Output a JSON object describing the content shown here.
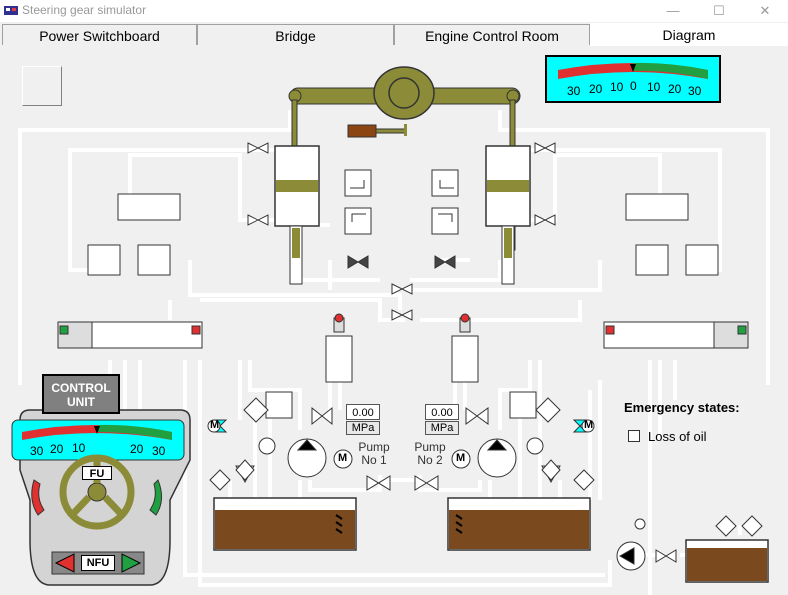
{
  "window": {
    "title": "Steering gear simulator",
    "minimize": "—",
    "maximize": "☐",
    "close": "✕"
  },
  "tabs": [
    {
      "label": "Power Switchboard"
    },
    {
      "label": "Bridge"
    },
    {
      "label": "Engine Control Room"
    },
    {
      "label": "Diagram"
    }
  ],
  "rudder_gauge": {
    "ticks": [
      "30",
      "20",
      "10",
      "0",
      "10",
      "20",
      "30"
    ]
  },
  "bridge_gauge": {
    "ticks": [
      "30",
      "20",
      "10",
      "20",
      "30"
    ]
  },
  "control_unit": {
    "line1": "CONTROL",
    "line2": "UNIT"
  },
  "mode": {
    "fu": "FU",
    "nfu": "NFU"
  },
  "pump1": {
    "label1": "Pump",
    "label2": "No 1",
    "pressure": "0.00",
    "unit": "MPa"
  },
  "pump2": {
    "label1": "Pump",
    "label2": "No 2",
    "pressure": "0.00",
    "unit": "MPa"
  },
  "motor_symbol": "M",
  "emergency": {
    "title": "Emergency states:",
    "loss_of_oil": "Loss of oil"
  },
  "colors": {
    "pipe": "#ffffff",
    "oil": "#7a4a1e",
    "arm": "#8c8c38",
    "cyan": "#00ffff",
    "gauge_red": "#e03030",
    "gauge_green": "#20a040"
  }
}
